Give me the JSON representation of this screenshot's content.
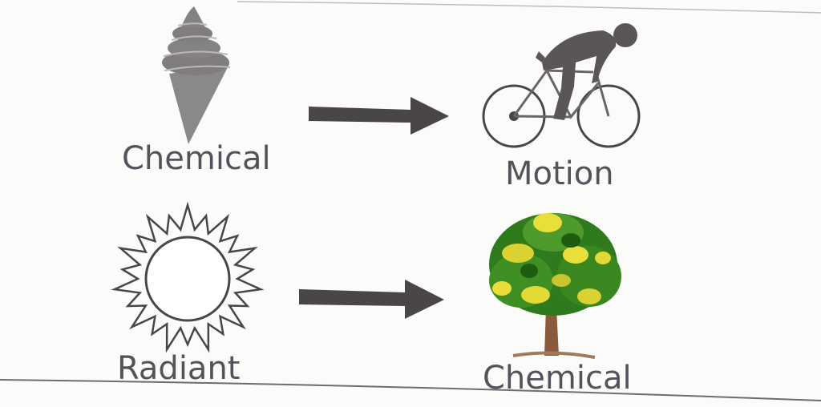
{
  "rows": [
    {
      "from_label": "Chemical",
      "from_icon": "ice-cream-cone-icon",
      "to_label": "Motion",
      "to_icon": "cyclist-icon"
    },
    {
      "from_label": "Radiant",
      "from_icon": "sun-icon",
      "to_label": "Chemical",
      "to_icon": "tree-icon"
    }
  ],
  "colors": {
    "ink": "#56515a",
    "arrow": "#4a4648",
    "foliage_dark": "#2f7a1c",
    "foliage_light": "#e8df3a",
    "trunk": "#8a5a3c"
  }
}
